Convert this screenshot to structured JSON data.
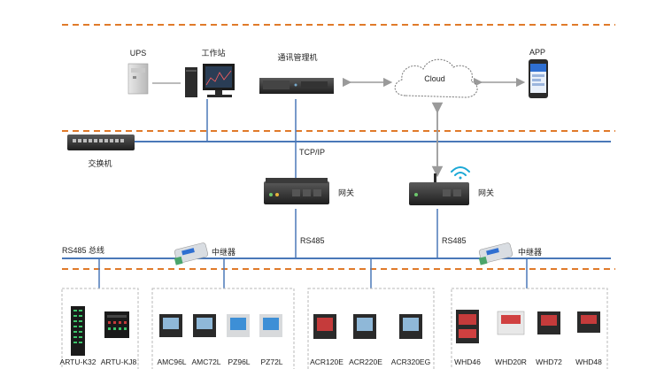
{
  "top_tier": {
    "ups_label": "UPS",
    "workstation_label": "工作站",
    "comm_manager_label": "通讯管理机",
    "cloud_label": "Cloud",
    "app_label": "APP"
  },
  "network_tier": {
    "switch_label": "交换机",
    "protocol_label": "TCP/IP",
    "gateway_left_label": "网关",
    "gateway_right_label": "网关"
  },
  "field_tier": {
    "bus_label": "RS485 总线",
    "rs485_left_label": "RS485",
    "rs485_right_label": "RS485",
    "repeater_left_label": "中继器",
    "repeater_right_label": "中继器"
  },
  "device_groups": [
    {
      "devices": [
        "ARTU-K32",
        "ARTU-KJ8"
      ]
    },
    {
      "devices": [
        "AMC96L",
        "AMC72L",
        "PZ96L",
        "PZ72L"
      ]
    },
    {
      "devices": [
        "ACR120E",
        "ACR220E",
        "ACR320EG"
      ]
    },
    {
      "devices": [
        "WHD46",
        "WHD20R",
        "WHD72",
        "WHD48"
      ]
    }
  ],
  "colors": {
    "tier_divider": "#e07a2a",
    "network_line": "#4a78b8",
    "device_frame": "#b8b8b8",
    "meter_screen": "#8fb8d8",
    "cloud_stroke": "#777777"
  }
}
